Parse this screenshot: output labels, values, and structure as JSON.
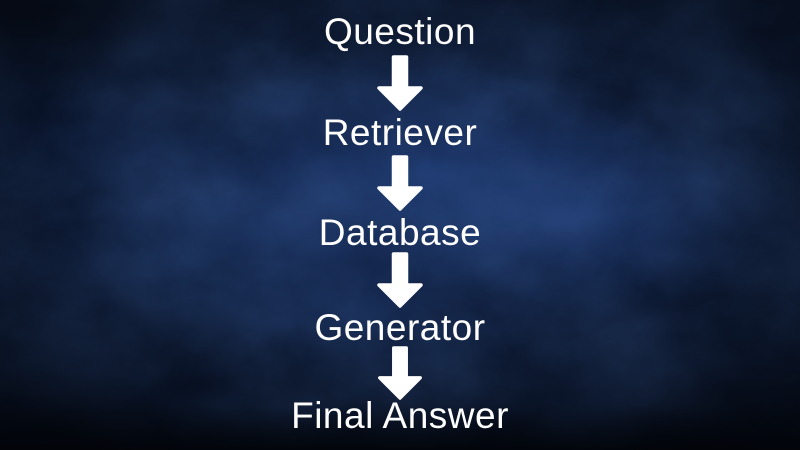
{
  "flow": {
    "nodes": [
      {
        "label": "Question"
      },
      {
        "label": "Retriever"
      },
      {
        "label": "Database"
      },
      {
        "label": "Generator"
      },
      {
        "label": "Final Answer"
      }
    ],
    "connector_icon": "arrow-down-icon"
  },
  "colors": {
    "background_base": "#081227",
    "background_cloud_blue": "#14306a",
    "text": "#ffffff",
    "arrow": "#ffffff"
  }
}
